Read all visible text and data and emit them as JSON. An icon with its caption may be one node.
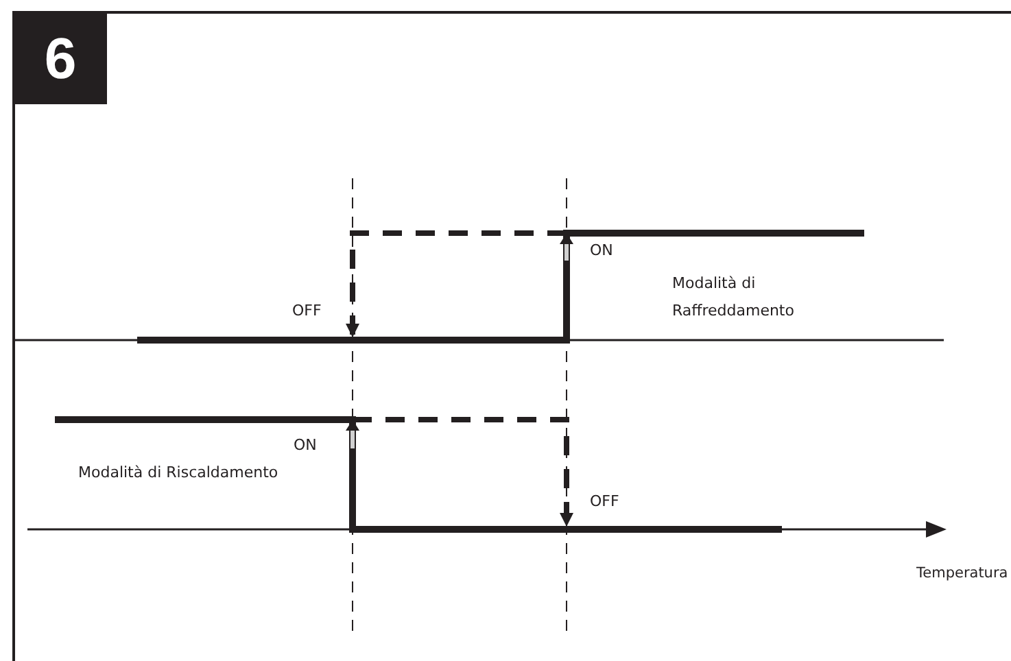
{
  "diagram": {
    "nodes": [
      {
        "text": [
          "6"
        ]
      }
    ],
    "labels": [
      "ON",
      "Modalità di Raffreddamento",
      "OFF",
      "ON",
      "Modalità di Riscaldamento",
      "OFF",
      "Temperatura"
    ]
  }
}
